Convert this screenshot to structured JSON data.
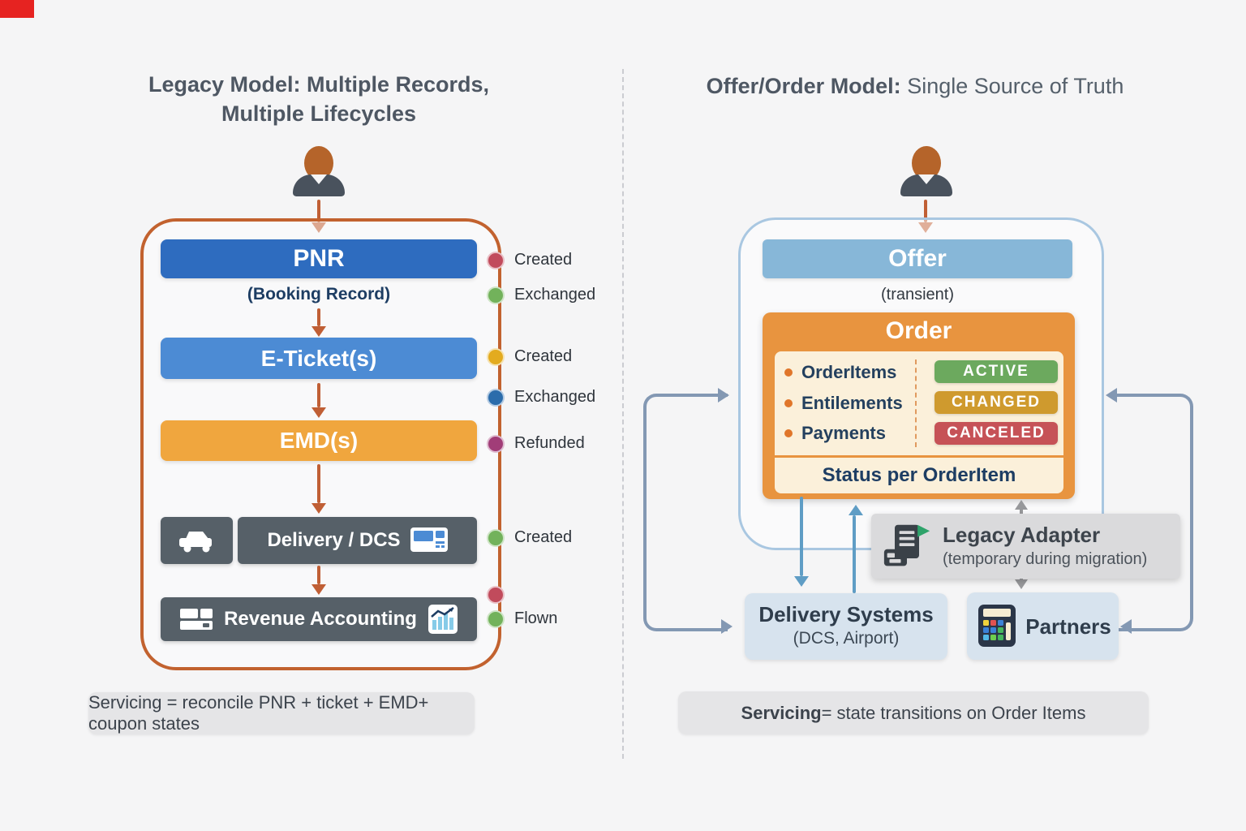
{
  "colors": {
    "rust_arrow": "#c05f35",
    "legacy_border": "#c2622f",
    "pnr_blue": "#2e6cbf",
    "eticket_blue": "#4c8bd4",
    "emd_orange": "#f0a63e",
    "dark_slate": "#566068",
    "navy": "#1d3d63",
    "offer_blue": "#87b7d8",
    "order_orange": "#e8943f",
    "cream_panel": "#fbf0da",
    "steel_loop": "#8398b3",
    "teal_arrow": "#5f9dc5",
    "container_border_blue": "#a9c7e1"
  },
  "icons": {
    "person": "person-silhouette",
    "car": "car-icon",
    "monitor": "dcs-terminal-icon",
    "cards": "ledger-cards-icon",
    "chart": "revenue-chart-icon",
    "documents": "legacy-documents-icon",
    "calculator": "calculator-icon"
  },
  "left": {
    "title_line1": "Legacy Model: Multiple Records,",
    "title_line2": "Multiple Lifecycles",
    "pnr": "PNR",
    "pnr_sub": "(Booking Record)",
    "eticket": "E-Ticket(s)",
    "emd": "EMD(s)",
    "delivery": "Delivery / DCS",
    "revenue": "Revenue Accounting",
    "markers": [
      {
        "label": "Created",
        "color": "#c14b5c"
      },
      {
        "label": "Exchanged",
        "color": "#72b25b"
      },
      {
        "label": "Created",
        "color": "#e3ab1f"
      },
      {
        "label": "Exchanged",
        "color": "#2b6cab"
      },
      {
        "label": "Refunded",
        "color": "#a13d78"
      },
      {
        "label": "Created",
        "color": "#72b25b"
      },
      {
        "label": "",
        "color": "#c14b5c"
      },
      {
        "label": "Flown",
        "color": "#72b25b"
      }
    ],
    "servicing": "Servicing = reconcile PNR + ticket + EMD+ coupon states"
  },
  "right": {
    "title_bold": "Offer/Order Model:",
    "title_rest": " Single Source of Truth",
    "offer": "Offer",
    "offer_sub": "(transient)",
    "order": {
      "title": "Order",
      "items": [
        "OrderItems",
        "Entilements",
        "Payments"
      ],
      "statuses": [
        {
          "label": "ACTIVE",
          "color": "#6ca95e"
        },
        {
          "label": "CHANGED",
          "color": "#cf9a2e"
        },
        {
          "label": "CANCELED",
          "color": "#c65257"
        }
      ],
      "footer": "Status per OrderItem"
    },
    "legacy_adapter": {
      "title": "Legacy Adapter",
      "subtitle": "(temporary during migration)"
    },
    "delivery_systems": {
      "title": "Delivery Systems",
      "subtitle": "(DCS, Airport)"
    },
    "partners": "Partners",
    "servicing_bold": "Servicing",
    "servicing_rest": " = state transitions on Order Items"
  }
}
